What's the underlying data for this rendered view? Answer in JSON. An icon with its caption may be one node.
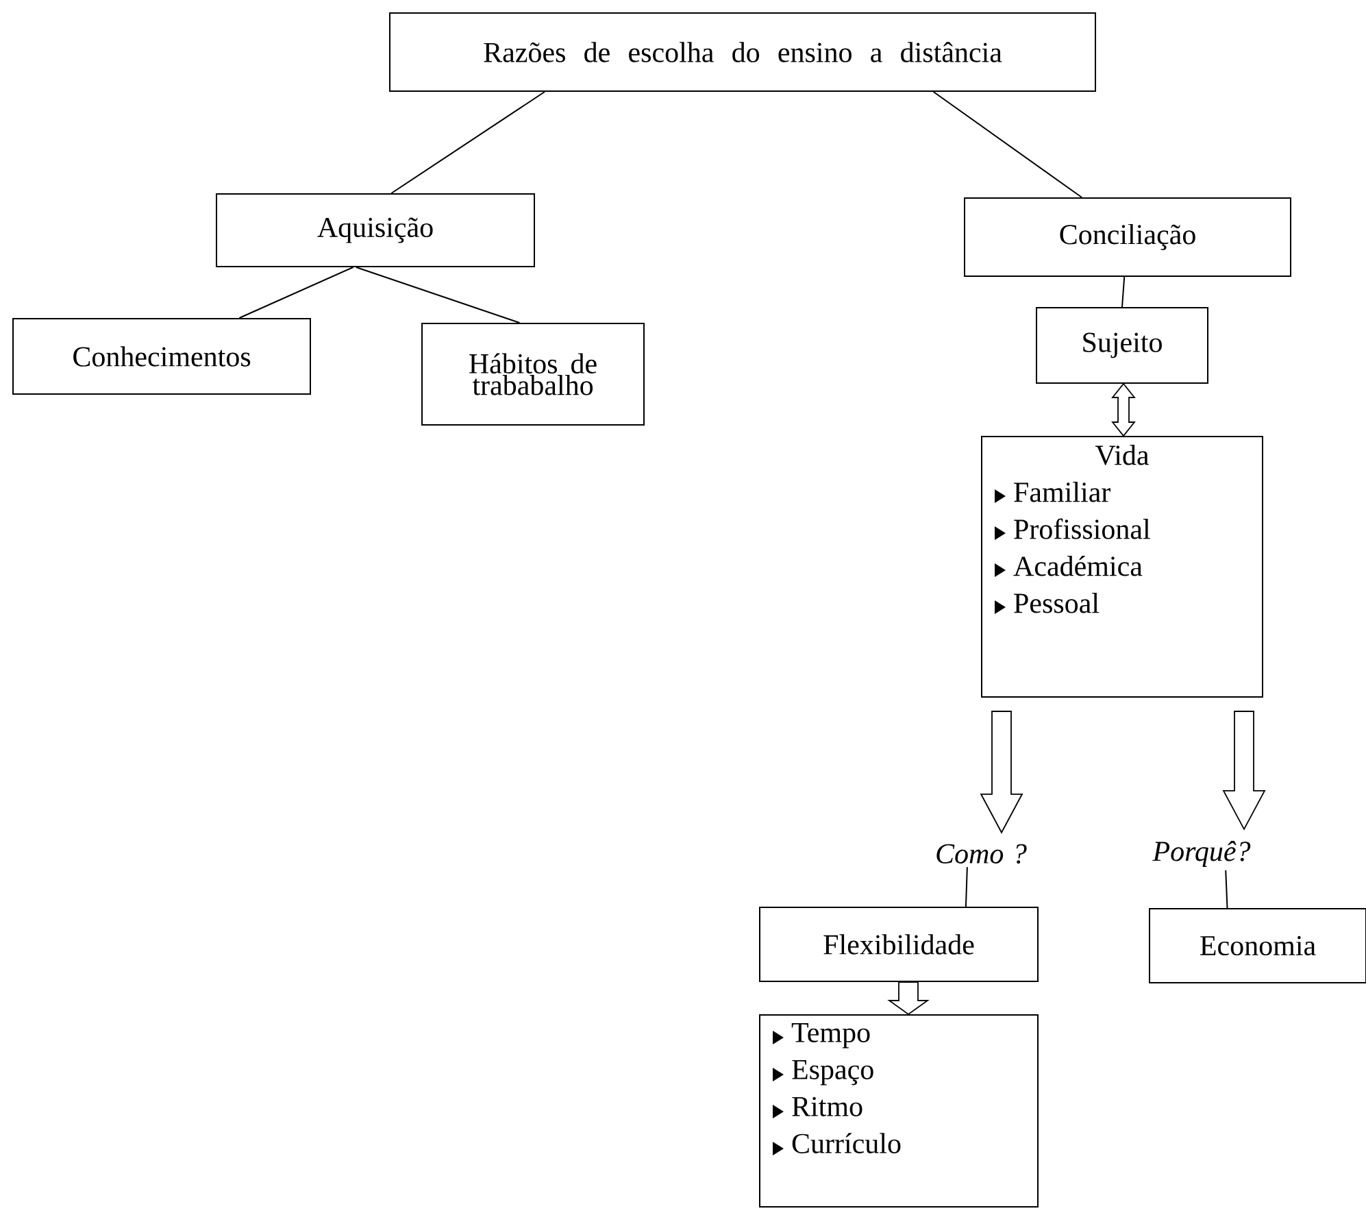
{
  "diagram": {
    "nodes": [
      {
        "text": [
          "Razões de escolha do ensino a distância"
        ]
      },
      {
        "text": [
          "Aquisição"
        ]
      },
      {
        "text": [
          "Conciliação"
        ]
      },
      {
        "text": [
          "Conhecimentos"
        ]
      },
      {
        "text": [
          "Hábitos de trababalho"
        ]
      },
      {
        "text": [
          "Sujeito"
        ]
      },
      {
        "text": [
          "Vida",
          "Familiar",
          "Profissional",
          "Académica",
          "Pessoal"
        ]
      },
      {
        "text": [
          "Como ?"
        ]
      },
      {
        "text": [
          "Porquê?"
        ]
      },
      {
        "text": [
          "Flexibilidade"
        ]
      },
      {
        "text": [
          "Economia"
        ]
      },
      {
        "text": [
          "Tempo",
          "Espaço",
          "Ritmo",
          "Currículo"
        ]
      }
    ],
    "edges": [
      {
        "from": 0,
        "to": 1,
        "arrow": "none"
      },
      {
        "from": 0,
        "to": 2,
        "arrow": "none"
      },
      {
        "from": 1,
        "to": 3,
        "arrow": "none"
      },
      {
        "from": 1,
        "to": 4,
        "arrow": "none"
      },
      {
        "from": 2,
        "to": 5,
        "arrow": "none"
      },
      {
        "from": 5,
        "to": 6,
        "arrow": "both"
      },
      {
        "from": 6,
        "to": 7,
        "arrow": "to"
      },
      {
        "from": 6,
        "to": 8,
        "arrow": "to"
      },
      {
        "from": 7,
        "to": 9,
        "arrow": "none"
      },
      {
        "from": 8,
        "to": 10,
        "arrow": "none"
      },
      {
        "from": 9,
        "to": 11,
        "arrow": "to"
      }
    ]
  }
}
